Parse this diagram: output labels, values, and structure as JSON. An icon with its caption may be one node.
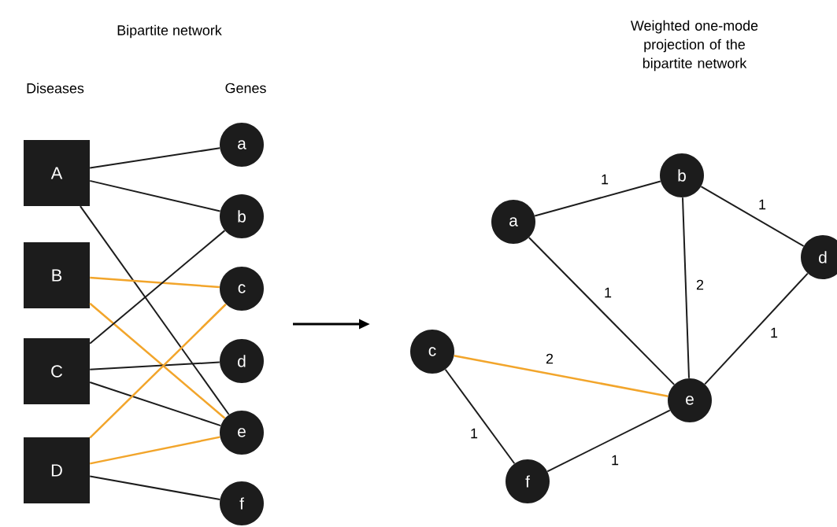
{
  "diagram": {
    "nodes": [
      {
        "text": [
          "A"
        ]
      },
      {
        "text": [
          "B"
        ]
      },
      {
        "text": [
          "C"
        ]
      },
      {
        "text": [
          "D"
        ]
      },
      {
        "text": [
          "a"
        ]
      },
      {
        "text": [
          "b"
        ]
      },
      {
        "text": [
          "c"
        ]
      },
      {
        "text": [
          "d"
        ]
      },
      {
        "text": [
          "e"
        ]
      },
      {
        "text": [
          "f"
        ]
      },
      {
        "text": [
          "a"
        ]
      },
      {
        "text": [
          "b"
        ]
      },
      {
        "text": [
          "c"
        ]
      },
      {
        "text": [
          "d"
        ]
      },
      {
        "text": [
          "e"
        ]
      },
      {
        "text": [
          "f"
        ]
      }
    ],
    "edges": [
      {
        "from": 0,
        "to": 4,
        "arrow": "none"
      },
      {
        "from": 0,
        "to": 5,
        "arrow": "none"
      },
      {
        "from": 0,
        "to": 8,
        "arrow": "none"
      },
      {
        "from": 1,
        "to": 6,
        "arrow": "none",
        "color": "#f2a52b"
      },
      {
        "from": 1,
        "to": 8,
        "arrow": "none",
        "color": "#f2a52b"
      },
      {
        "from": 2,
        "to": 5,
        "arrow": "none"
      },
      {
        "from": 2,
        "to": 7,
        "arrow": "none"
      },
      {
        "from": 2,
        "to": 8,
        "arrow": "none"
      },
      {
        "from": 3,
        "to": 6,
        "arrow": "none",
        "color": "#f2a52b"
      },
      {
        "from": 3,
        "to": 8,
        "arrow": "none",
        "color": "#f2a52b"
      },
      {
        "from": 3,
        "to": 9,
        "arrow": "none"
      },
      {
        "from": 10,
        "to": 11,
        "arrow": "none",
        "label": "1"
      },
      {
        "from": 11,
        "to": 13,
        "arrow": "none",
        "label": "1"
      },
      {
        "from": 10,
        "to": 14,
        "arrow": "none",
        "label": "1"
      },
      {
        "from": 11,
        "to": 14,
        "arrow": "none",
        "label": "2"
      },
      {
        "from": 13,
        "to": 14,
        "arrow": "none",
        "label": "1"
      },
      {
        "from": 12,
        "to": 14,
        "arrow": "none",
        "label": "2",
        "color": "#f2a52b"
      },
      {
        "from": 12,
        "to": 15,
        "arrow": "none",
        "label": "1"
      },
      {
        "from": 15,
        "to": 14,
        "arrow": "none",
        "label": "1"
      }
    ],
    "labels": [
      "Bipartite network",
      "Weighted one-mode projection of the bipartite network",
      "Diseases",
      "Genes"
    ]
  }
}
